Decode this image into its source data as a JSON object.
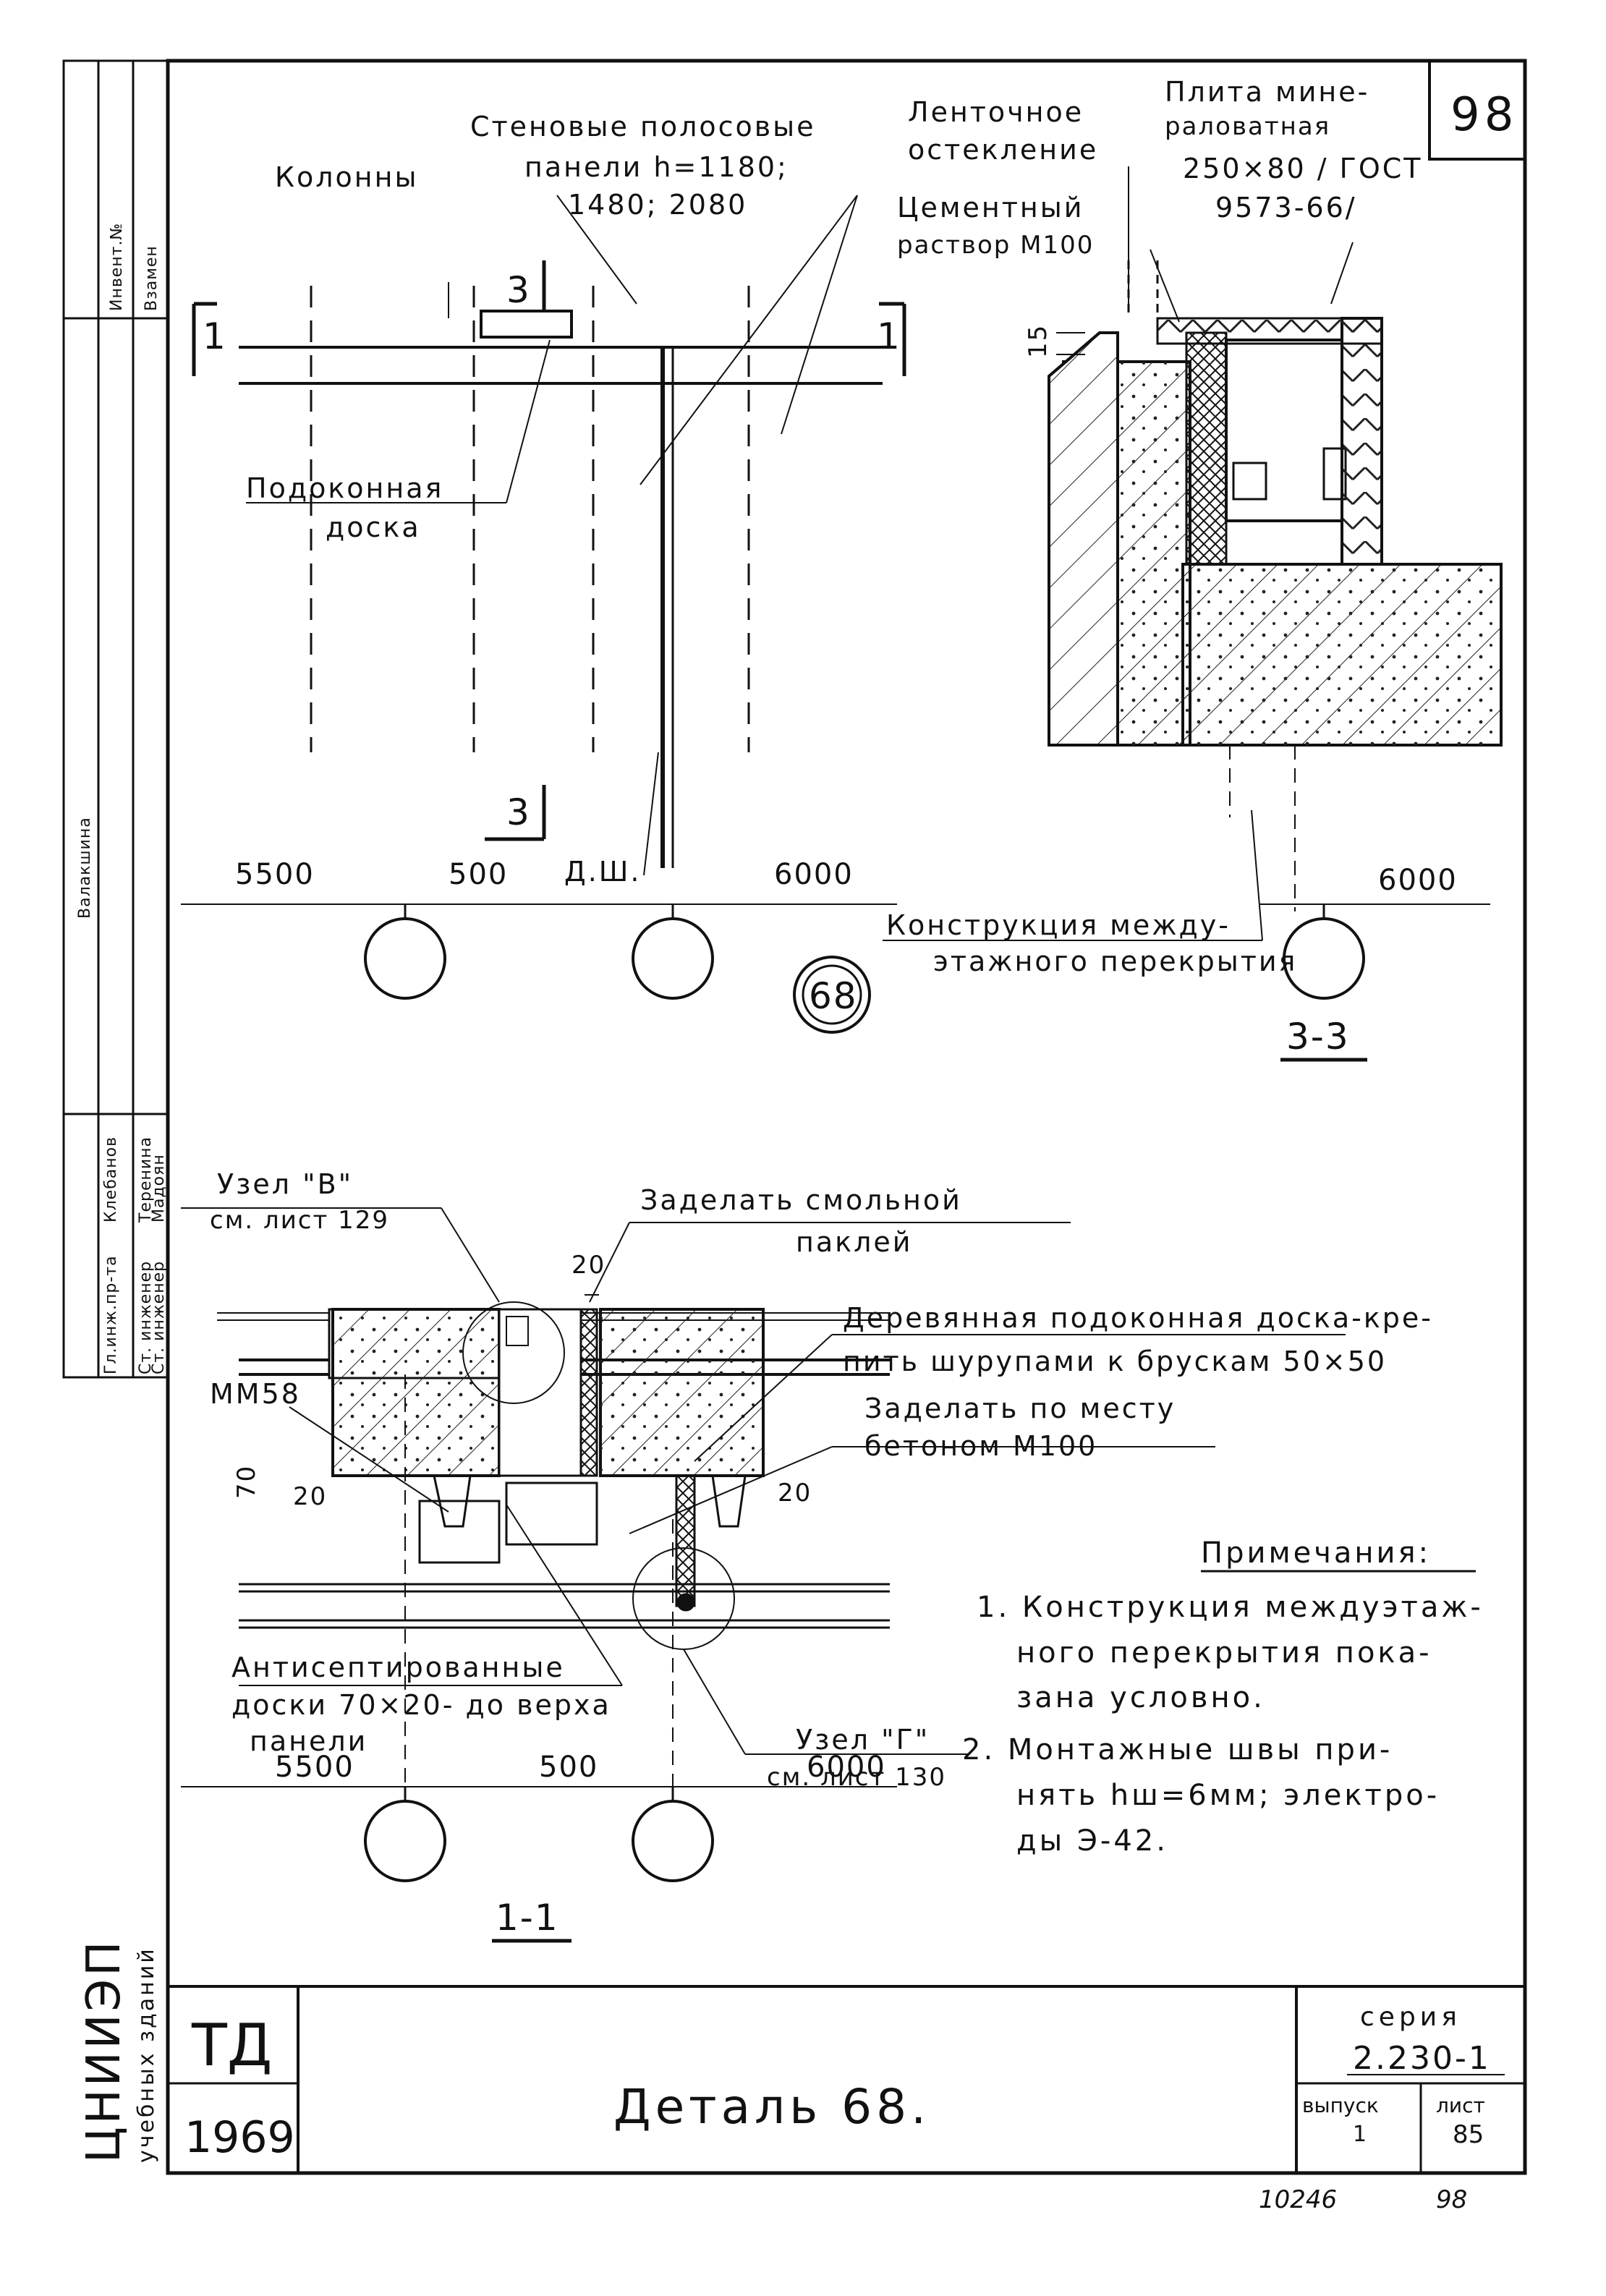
{
  "sheet": {
    "sheet_number_corner": "98",
    "detail_circle": "68",
    "title": "Деталь 68.",
    "org_abbr": "ТД",
    "year": "1969",
    "institute_line1": "ЦНИИЭП",
    "institute_line2": "учебных зданий",
    "series_label": "серия",
    "series_value": "2.230-1",
    "issue_label": "выпуск",
    "issue_value": "1",
    "list_label": "лист",
    "list_value": "85",
    "inventory_number": "10246",
    "bottom_sheet_number": "98"
  },
  "side_stamp": {
    "roles": [
      "Гл.инж.пр-та",
      "Ст. инженер",
      "Ст. инженер"
    ],
    "names": [
      "Клебанов",
      "Теренина",
      "Мадоян"
    ],
    "col_headers": [
      "Инвент.№",
      "Взамен"
    ],
    "checked_name": "Валакшина"
  },
  "top_left": {
    "label_columns": "Колонны",
    "label_panels_line1": "Стеновые полосовые",
    "label_panels_line2": "панели h=1180;",
    "label_panels_line3": "1480; 2080",
    "label_sill": "Подоконная",
    "label_sill_2": "доска",
    "section_mark_1": "1",
    "section_mark_3": "3",
    "label_dsh": "Д.Ш.",
    "dims": [
      "5500",
      "500",
      "6000"
    ]
  },
  "top_right": {
    "label_glazing_1": "Ленточное",
    "label_glazing_2": "остекление",
    "label_mortar_1": "Цементный",
    "label_mortar_2": "раствор М100",
    "label_plate_1": "Плита мине-",
    "label_plate_2": "раловатная",
    "label_plate_3": "250×80 / ГОСТ",
    "label_plate_4": "9573-66/",
    "dim_15": "15",
    "label_floor_1": "Конструкция между-",
    "label_floor_2": "этажного перекрытия",
    "dim_6000": "6000",
    "section_title": "3-3"
  },
  "bottom_left": {
    "node_b_1": "Узел \"В\"",
    "node_b_2": "см. лист 129",
    "seal_1": "Заделать смольной",
    "seal_2": "паклей",
    "dim_20_top": "20",
    "board_1": "Деревянная подоконная доска-кре-",
    "board_2": "пить шурупами к брускам  50×50",
    "concrete_1": "Заделать по месту",
    "concrete_2": "бетоном  М100",
    "mm58": "ММ58",
    "dim_70": "70",
    "dim_20_left": "20",
    "dim_20_right": "20",
    "antiseptic_1": "Антисептированные",
    "antiseptic_2": "доски 70×20- до верха",
    "antiseptic_3": "панели",
    "dims": [
      "5500",
      "500",
      "6000"
    ],
    "node_g_1": "Узел \"Г\"",
    "node_g_2": "см. лист 130",
    "section_title": "1-1"
  },
  "notes": {
    "title": "Примечания:",
    "lines": [
      "1. Конструкция междуэтаж-",
      "ного перекрытия пока-",
      "зана  условно.",
      "2. Монтажные  швы  при-",
      "нять  hш=6мм; электро-",
      "ды  Э-42."
    ]
  }
}
